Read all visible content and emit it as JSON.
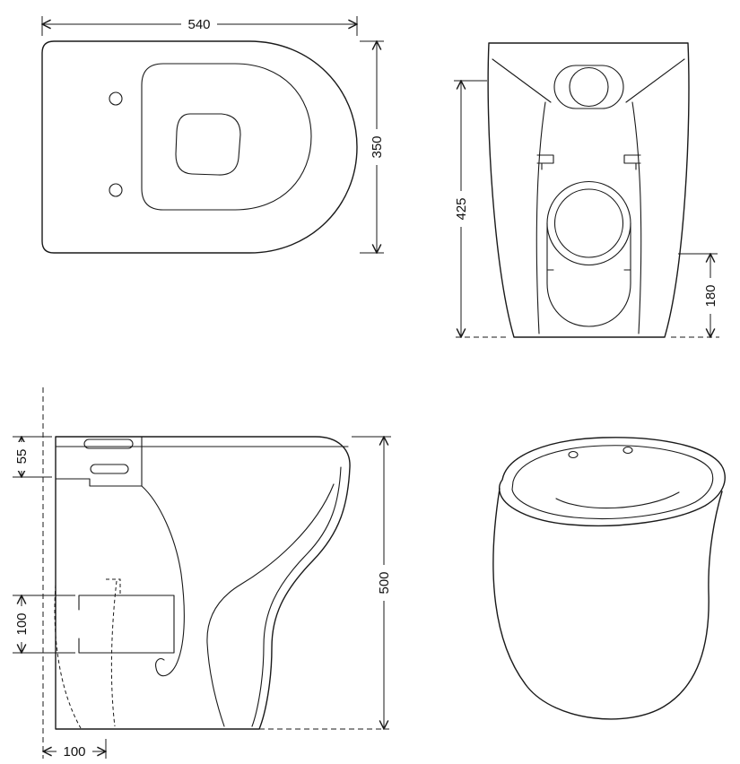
{
  "colors": {
    "line": "#1a1a1a",
    "background": "#ffffff"
  },
  "dims": {
    "top_width": "540",
    "top_depth": "350",
    "front_height": "425",
    "front_trap_height": "180",
    "side_top_offset": "55",
    "side_trap_center_height": "100",
    "side_overall_height": "500",
    "side_outlet_setout": "100"
  }
}
